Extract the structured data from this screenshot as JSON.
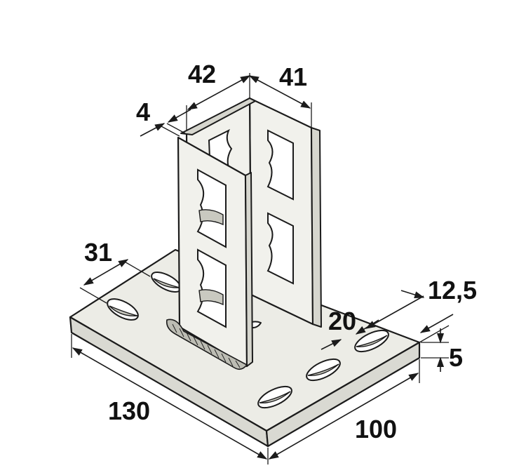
{
  "dimensions": {
    "post_width_a": "42",
    "post_width_b": "41",
    "wall_thickness": "4",
    "hole_pitch_31": "31",
    "hole_offset_12_5": "12,5",
    "hole_pitch_20": "20",
    "plate_thickness": "5",
    "plate_length": "130",
    "plate_width": "100"
  },
  "colors": {
    "line": "#1b1b1b",
    "fill": "#ecece6",
    "background": "#ffffff"
  }
}
